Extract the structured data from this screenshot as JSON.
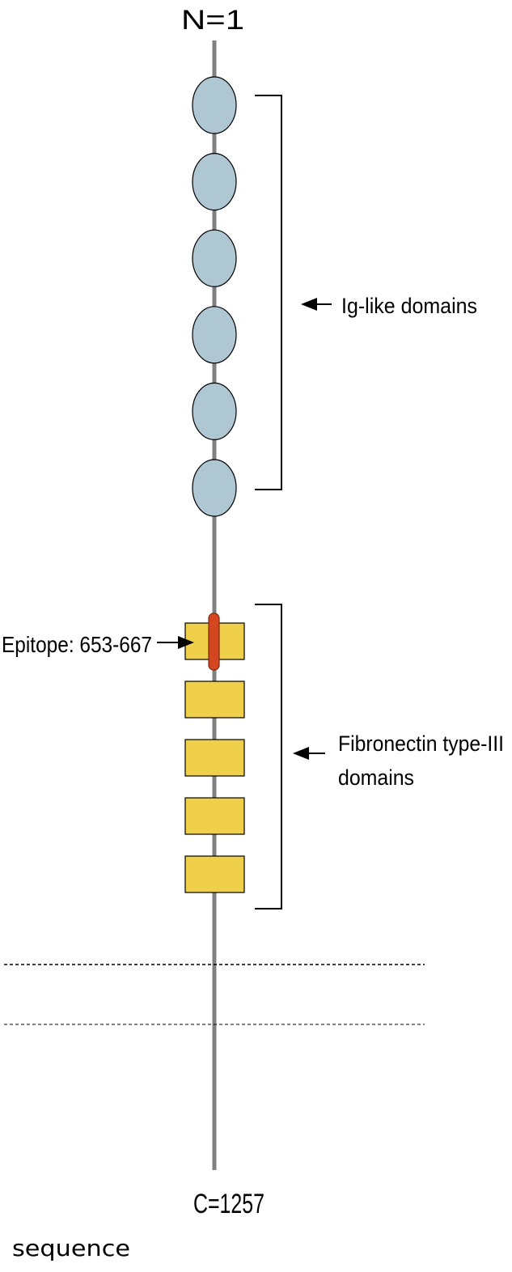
{
  "labels": {
    "n_terminus": "N=1",
    "c_terminus": "C=1257",
    "ig_domains": "Ig-like domains",
    "fn_domains_line1": "Fibronectin type-III",
    "fn_domains_line2": "domains",
    "epitope": "Epitope: 653-667",
    "footer": "sequence"
  },
  "protein": {
    "length": 1257,
    "ig_domain_count": 6,
    "fn_domain_count": 5,
    "epitope_range": [
      653,
      667
    ]
  },
  "colors": {
    "backbone": "#808080",
    "ig_domain": "#aec7d3",
    "fn_domain": "#f0d04a",
    "epitope": "#d4461f"
  }
}
